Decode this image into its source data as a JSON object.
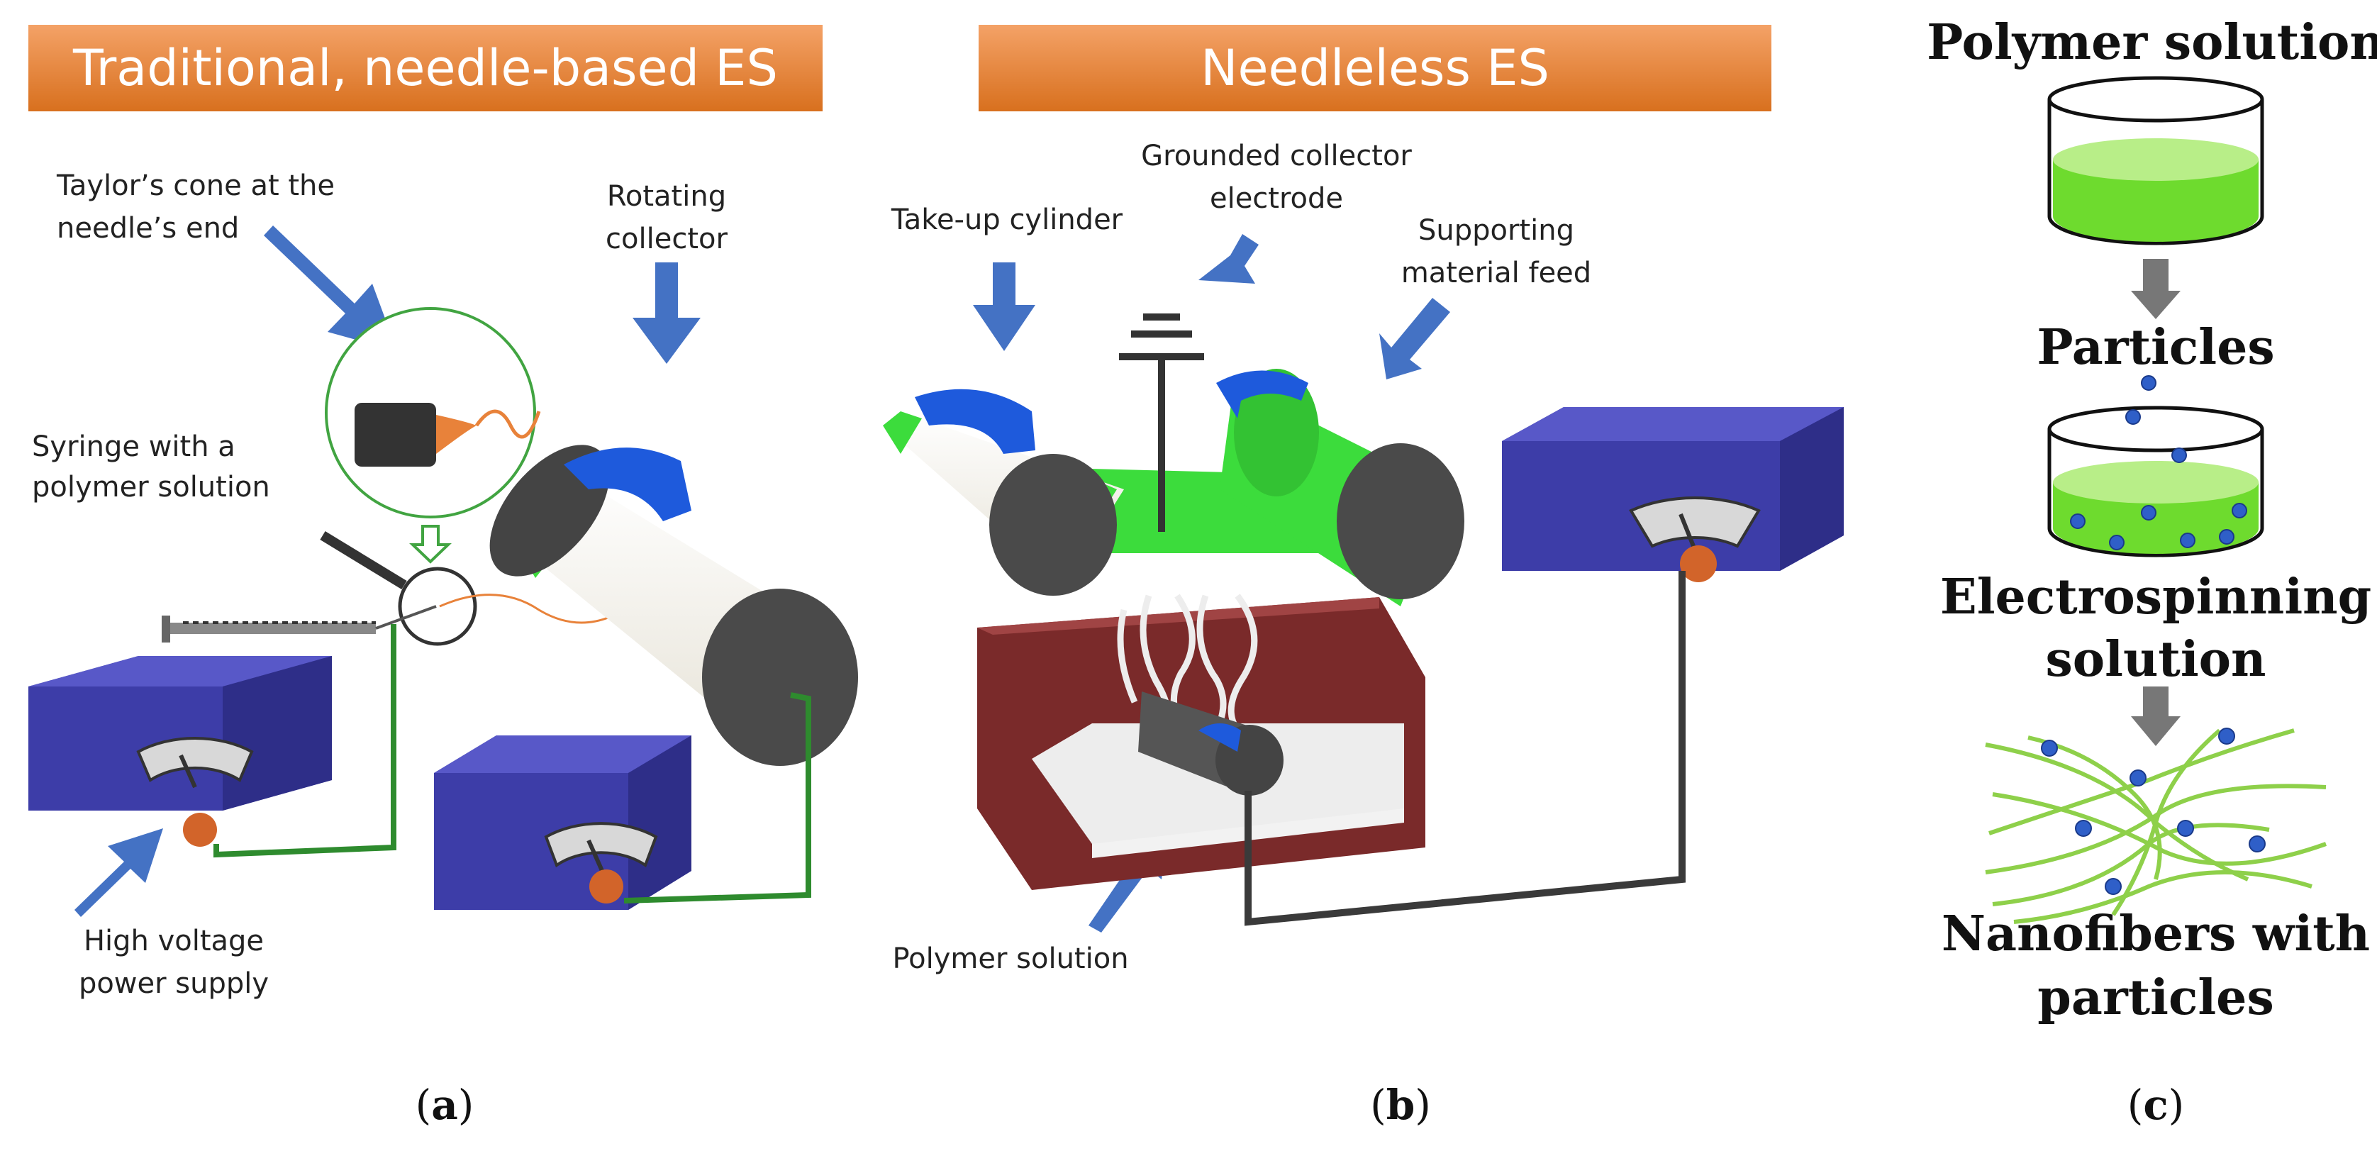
{
  "panel_a": {
    "banner": "Traditional, needle-based ES",
    "labels": {
      "taylor_line1": "Taylor’s cone at the",
      "taylor_line2": "needle’s end",
      "rotating_line1": "Rotating",
      "rotating_line2": "collector",
      "syringe_line1": "Syringe with a",
      "syringe_line2": "polymer solution",
      "hv_line1": "High voltage",
      "hv_line2": "power supply"
    },
    "caption": "a"
  },
  "panel_b": {
    "banner": "Needleless ES",
    "labels": {
      "grounded_line1": "Grounded collector",
      "grounded_line2": "electrode",
      "takeup": "Take-up cylinder",
      "supporting_line1": "Supporting",
      "supporting_line2": "material feed",
      "polymer_solution": "Polymer solution"
    },
    "caption": "b"
  },
  "panel_c": {
    "step1": "Polymer solution",
    "step2": "Particles",
    "step3_line1": "Electrospinning",
    "step3_line2": "solution",
    "step4_line1": "Nanofibers with",
    "step4_line2": "particles",
    "caption": "c"
  },
  "colors": {
    "banner_orange": "#E8823A",
    "arrow_blue": "#4472C4",
    "power_box_blue": "#3D3DA8",
    "roller_green": "#3CDC3C",
    "roller_gray": "#4A4A4A",
    "tray_red": "#7A2A2A",
    "wire_green": "#2E8B2E",
    "solution_green": "#8EE04A",
    "fiber_green": "#8ED04A",
    "particle_blue": "#2F5FC8",
    "flow_arrow_gray": "#777777"
  }
}
